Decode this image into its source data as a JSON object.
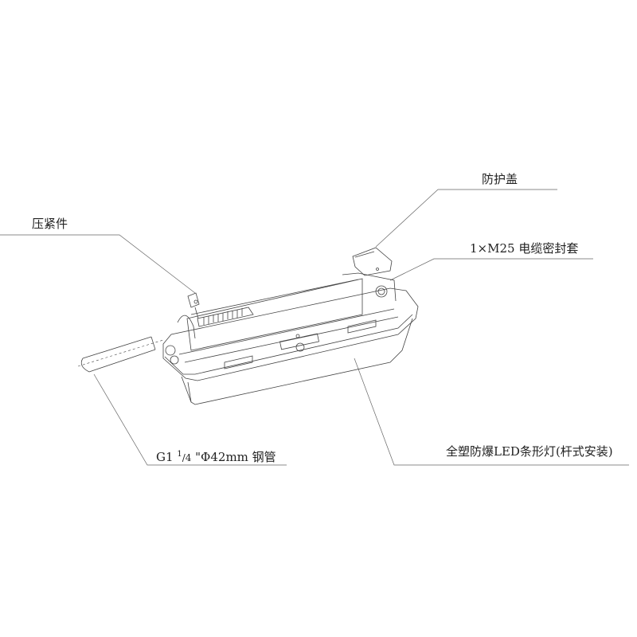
{
  "labels": {
    "protective_cover": "防护盖",
    "clamp": "压紧件",
    "cable_gland": "1×M25 电缆密封套",
    "pipe_prefix": "G1",
    "pipe_frac_num": "1",
    "pipe_frac_den": "/4",
    "pipe_suffix": "\"Φ42mm  钢管",
    "lamp": "全塑防爆LED条形灯(杆式安装)"
  },
  "colors": {
    "line": "#444444",
    "text": "#222222"
  }
}
